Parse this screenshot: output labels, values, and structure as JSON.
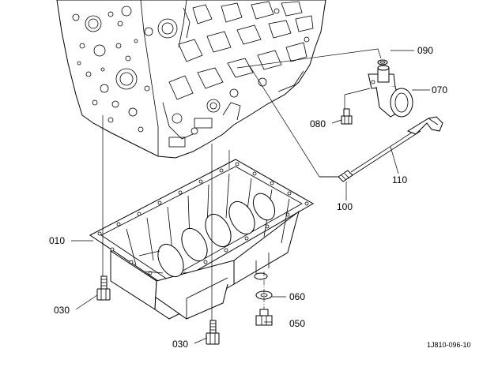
{
  "diagram": {
    "code": "1J810-096-10",
    "callouts": [
      {
        "id": "c010",
        "text": "010"
      },
      {
        "id": "c030a",
        "text": "030"
      },
      {
        "id": "c030b",
        "text": "030"
      },
      {
        "id": "c050",
        "text": "050"
      },
      {
        "id": "c060",
        "text": "060"
      },
      {
        "id": "c070",
        "text": "070"
      },
      {
        "id": "c080",
        "text": "080"
      },
      {
        "id": "c090",
        "text": "090"
      },
      {
        "id": "c100",
        "text": "100"
      },
      {
        "id": "c110",
        "text": "110"
      }
    ]
  }
}
